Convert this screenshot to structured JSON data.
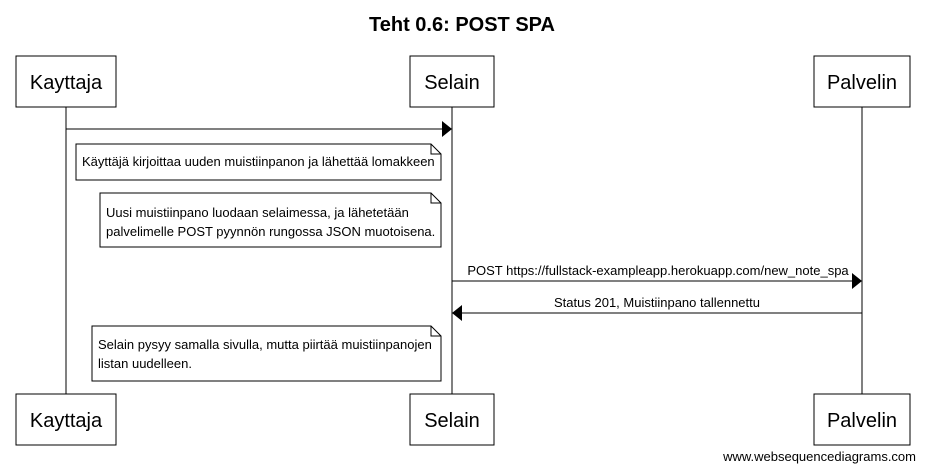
{
  "title": "Teht 0.6: POST SPA",
  "participants": {
    "user": "Kayttaja",
    "browser": "Selain",
    "server": "Palvelin"
  },
  "notes": {
    "note1": [
      "Käyttäjä kirjoittaa uuden muistiinpanon ja lähettää lomakkeen"
    ],
    "note2": [
      "Uusi muistiinpano luodaan selaimessa, ja lähetetään",
      "palvelimelle POST pyynnön rungossa JSON muotoisena."
    ],
    "note3": [
      "Selain pysyy samalla sivulla, mutta piirtää muistiinpanojen",
      "listan uudelleen."
    ]
  },
  "messages": {
    "msg1": "",
    "msg2": "POST https://fullstack-exampleapp.herokuapp.com/new_note_spa",
    "msg3": "Status 201, Muistiinpano tallennettu"
  },
  "footer": "www.websequencediagrams.com"
}
